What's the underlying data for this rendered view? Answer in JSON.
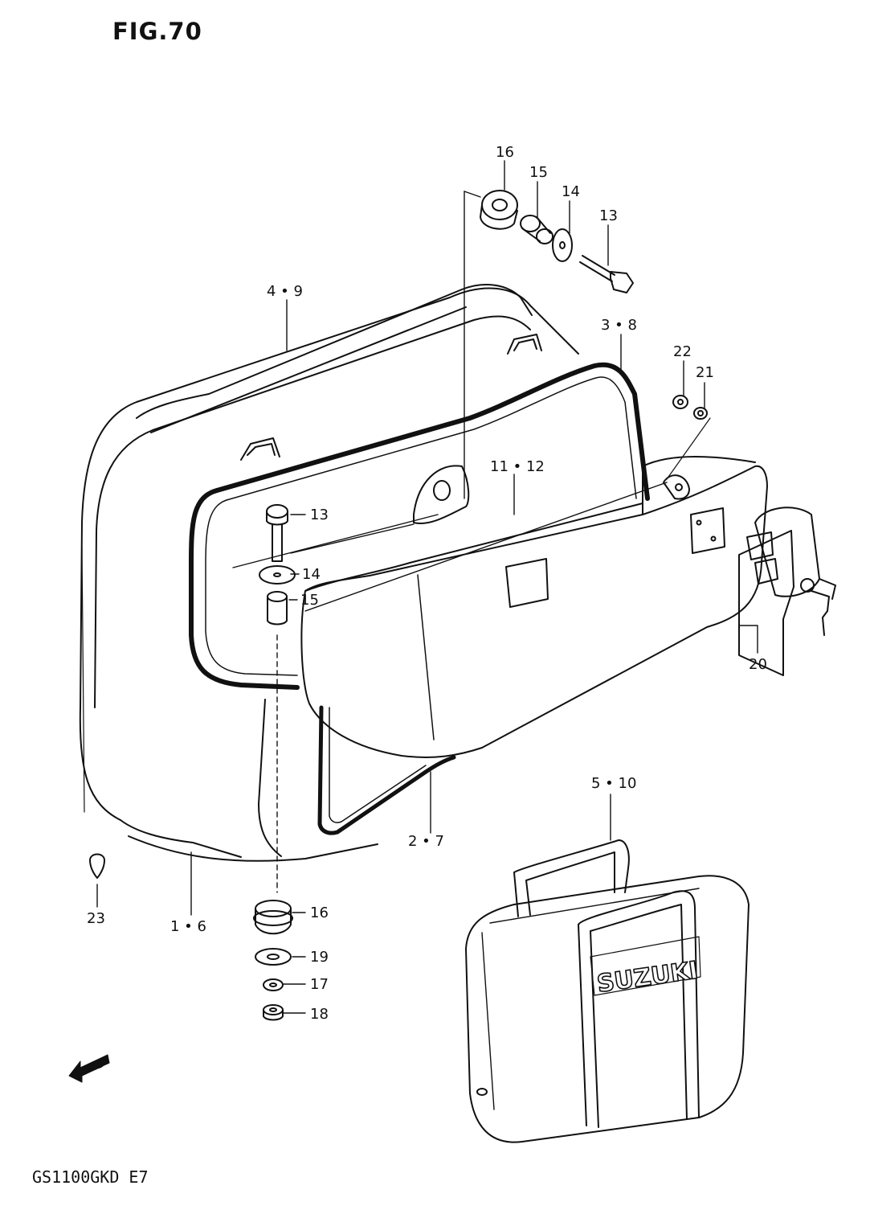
{
  "figure": {
    "title": "FIG.70",
    "footer": "GS1100GKD E7",
    "brand_label": "SUZUKI",
    "direction_label": "FWD"
  },
  "callouts": [
    {
      "id": "c16a",
      "text": "16"
    },
    {
      "id": "c15a",
      "text": "15"
    },
    {
      "id": "c14a",
      "text": "14"
    },
    {
      "id": "c13a",
      "text": "13"
    },
    {
      "id": "c49",
      "text": "4 • 9"
    },
    {
      "id": "c38",
      "text": "3 • 8"
    },
    {
      "id": "c22",
      "text": "22"
    },
    {
      "id": "c21",
      "text": "21"
    },
    {
      "id": "c1112",
      "text": "11 • 12"
    },
    {
      "id": "c13b",
      "text": "13"
    },
    {
      "id": "c14b",
      "text": "14"
    },
    {
      "id": "c15b",
      "text": "15"
    },
    {
      "id": "c20",
      "text": "20"
    },
    {
      "id": "c510",
      "text": "5 • 10"
    },
    {
      "id": "c27",
      "text": "2 • 7"
    },
    {
      "id": "c23",
      "text": "23"
    },
    {
      "id": "c16",
      "text": "1 • 6"
    },
    {
      "id": "c16b",
      "text": "16"
    },
    {
      "id": "c19",
      "text": "19"
    },
    {
      "id": "c17",
      "text": "17"
    },
    {
      "id": "c18",
      "text": "18"
    }
  ],
  "style": {
    "line_color": "#111111",
    "background": "#ffffff"
  }
}
